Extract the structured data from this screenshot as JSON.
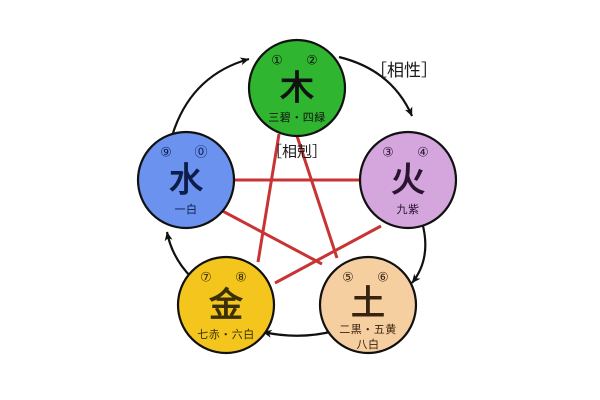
{
  "diagram": {
    "title_labels": {
      "generating": "［相性］",
      "overcoming": "［相剋］"
    },
    "colors": {
      "wood": "#2fb52f",
      "fire": "#d4a6dd",
      "earth": "#f6cfa1",
      "metal": "#f4c51d",
      "water": "#6b92ee",
      "outline": "#111111",
      "conflict_line": "#c83434",
      "cycle_arrow": "#111111",
      "background": "#ffffff"
    },
    "nodes": [
      {
        "key": "wood",
        "glyph": "木",
        "index_left": "①",
        "index_right": "②",
        "sub_lines": [
          "三碧・四緑"
        ],
        "fill": "#2fb52f",
        "text_color": "#111111"
      },
      {
        "key": "fire",
        "glyph": "火",
        "index_left": "③",
        "index_right": "④",
        "sub_lines": [
          "九紫"
        ],
        "fill": "#d4a6dd",
        "text_color": "#2b1430"
      },
      {
        "key": "earth",
        "glyph": "土",
        "index_left": "⑤",
        "index_right": "⑥",
        "sub_lines": [
          "二黒・五黄",
          "八白"
        ],
        "fill": "#f6cfa1",
        "text_color": "#3a2210"
      },
      {
        "key": "metal",
        "glyph": "金",
        "index_left": "⑦",
        "index_right": "⑧",
        "sub_lines": [
          "七赤・六白"
        ],
        "fill": "#f4c51d",
        "text_color": "#3a2f05"
      },
      {
        "key": "water",
        "glyph": "水",
        "index_left": "⑨",
        "index_right": "⓪",
        "sub_lines": [
          "一白"
        ],
        "fill": "#6b92ee",
        "text_color": "#0d1d4a"
      }
    ],
    "generating_cycle": [
      {
        "from": "wood",
        "to": "fire"
      },
      {
        "from": "fire",
        "to": "earth"
      },
      {
        "from": "earth",
        "to": "metal"
      },
      {
        "from": "metal",
        "to": "water"
      },
      {
        "from": "water",
        "to": "wood"
      }
    ],
    "overcoming_cycle": [
      {
        "from": "wood",
        "to": "earth"
      },
      {
        "from": "earth",
        "to": "water"
      },
      {
        "from": "water",
        "to": "fire"
      },
      {
        "from": "fire",
        "to": "metal"
      },
      {
        "from": "metal",
        "to": "wood"
      }
    ]
  }
}
